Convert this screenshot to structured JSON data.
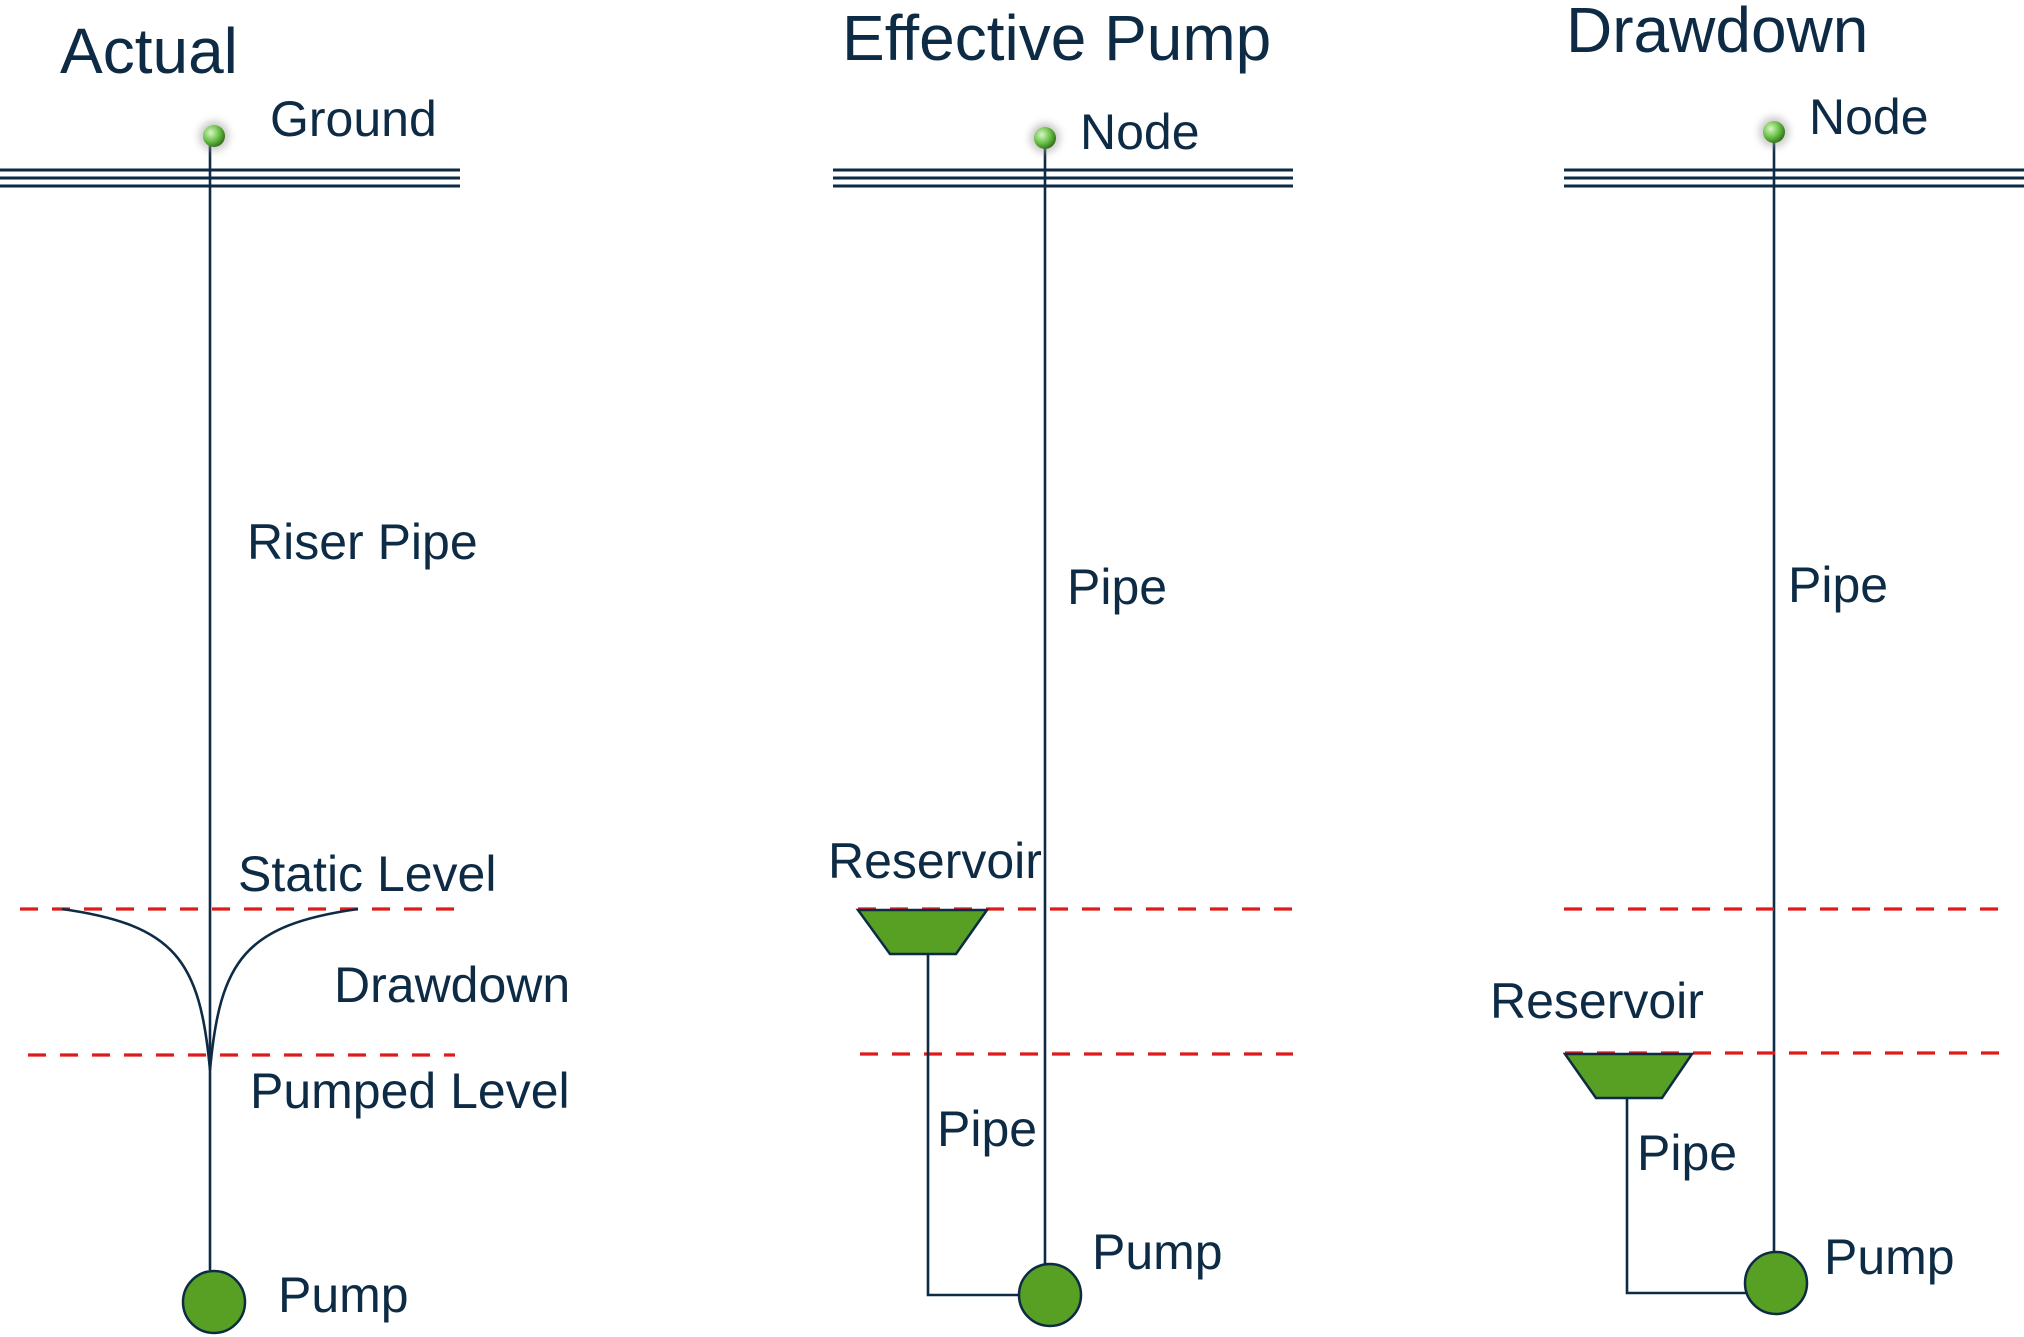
{
  "colors": {
    "text": "#0e2b45",
    "line": "#0e2b45",
    "level_line": "#e01a1a",
    "component_fill": "#57a023",
    "node_fill": "#6cc24a"
  },
  "panels": {
    "actual": {
      "title": "Actual",
      "node_label": "Ground",
      "pipe_label": "Riser Pipe",
      "static_level_label": "Static Level",
      "drawdown_label": "Drawdown",
      "pumped_level_label": "Pumped Level",
      "pump_label": "Pump"
    },
    "effective_pump": {
      "title": "Effective Pump",
      "node_label": "Node",
      "pipe_label": "Pipe",
      "reservoir_label": "Reservoir",
      "lower_pipe_label": "Pipe",
      "pump_label": "Pump"
    },
    "drawdown": {
      "title": "Drawdown",
      "node_label": "Node",
      "pipe_label": "Pipe",
      "reservoir_label": "Reservoir",
      "lower_pipe_label": "Pipe",
      "pump_label": "Pump"
    }
  },
  "icons": {
    "node": "green-sphere-node-icon",
    "pump": "green-circle-pump-icon",
    "reservoir": "green-trapezoid-reservoir-icon"
  }
}
